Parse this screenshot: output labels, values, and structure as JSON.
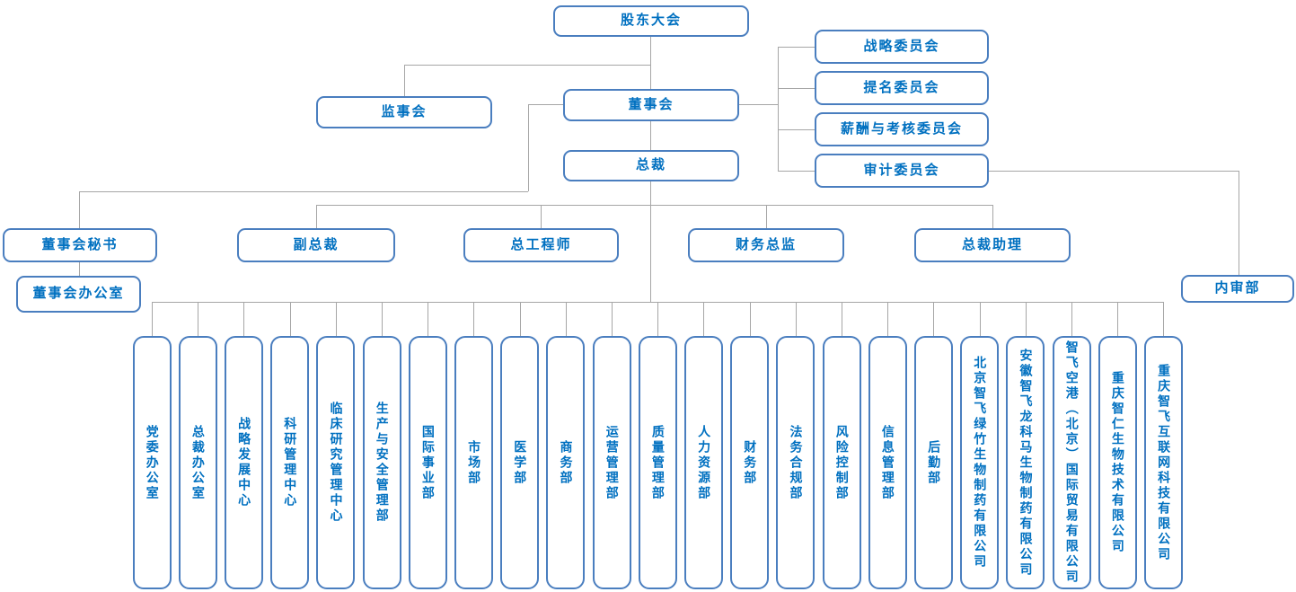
{
  "colors": {
    "background": "#FFFFFF",
    "box_border": "#4A7EBF",
    "label_text": "#0070C0",
    "connector": "#A6A6A6"
  },
  "org": {
    "shareholders_meeting": "股东大会",
    "supervisory_board": "监事会",
    "board_of_directors": "董事会",
    "president": "总裁",
    "board_secretary_office": "董事会办公室",
    "internal_audit_dept": "内审部",
    "committees": [
      "战略委员会",
      "提名委员会",
      "薪酬与考核委员会",
      "审计委员会"
    ],
    "executives": [
      "董事会秘书",
      "副总裁",
      "总工程师",
      "财务总监",
      "总裁助理"
    ],
    "departments": [
      "党委办公室",
      "总裁办公室",
      "战略发展中心",
      "科研管理中心",
      "临床研究管理中心",
      "生产与安全管理部",
      "国际事业部",
      "市场部",
      "医学部",
      "商务部",
      "运营管理部",
      "质量管理部",
      "人力资源部",
      "财务部",
      "法务合规部",
      "风险控制部",
      "信息管理部",
      "后勤部",
      "北京智飞绿竹生物制药有限公司",
      "安徽智飞龙科马生物制药有限公司",
      "智飞空港（北京）国际贸易有限公司",
      "重庆智仁生物技术有限公司",
      "重庆智飞互联网科技有限公司"
    ]
  }
}
